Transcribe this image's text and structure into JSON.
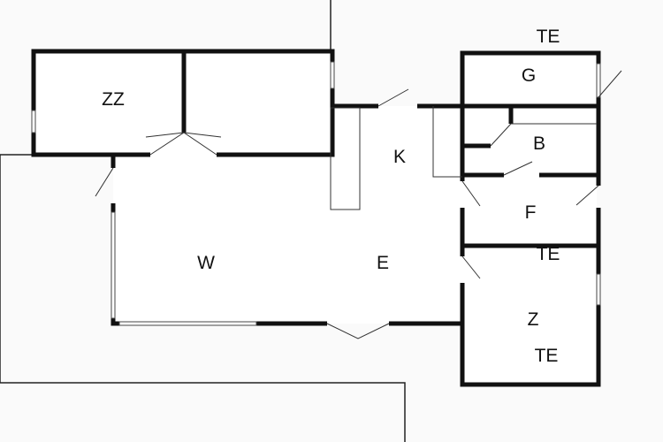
{
  "rooms": {
    "terrace_top": "TE",
    "g": "G",
    "zz": "ZZ",
    "k": "K",
    "b": "B",
    "f": "F",
    "terrace_mid": "TE",
    "w": "W",
    "e": "E",
    "z": "Z",
    "terrace_bottom": "TE"
  },
  "colors": {
    "wall": "#111111",
    "line": "#333333",
    "floor": "#fafafa"
  }
}
